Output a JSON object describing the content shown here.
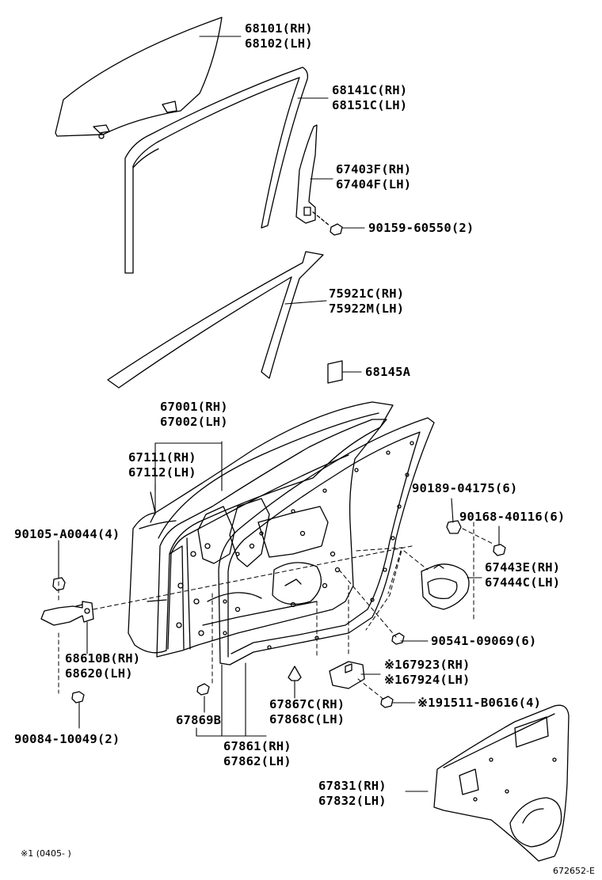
{
  "callouts": {
    "window_glass": [
      "68101(RH)",
      "68102(LH)"
    ],
    "run_channel": [
      "68141C(RH)",
      "68151C(LH)"
    ],
    "division_bar": [
      "67403F(RH)",
      "67404F(LH)"
    ],
    "bolt_90159": [
      "90159-60550(2)"
    ],
    "frame_molding": [
      "75921C(RH)",
      "75922M(LH)"
    ],
    "pad_68145A": [
      "68145A"
    ],
    "door_panel": [
      "67001(RH)",
      "67002(LH)"
    ],
    "outer_panel": [
      "67111(RH)",
      "67112(LH)"
    ],
    "clip_90189": [
      "90189-04175(6)"
    ],
    "screw_90168": [
      "90168-40116(6)"
    ],
    "bolt_90105": [
      "90105-A0044(4)"
    ],
    "inner_trim_handle": [
      "67443E(RH)",
      "67444C(LH)"
    ],
    "nut_90541": [
      "90541-09069(6)"
    ],
    "hinge": [
      "68610B(RH)",
      "68620(LH)"
    ],
    "cover_67923": [
      "※167923(RH)",
      "※167924(LH)"
    ],
    "weatherstrip_clip": [
      "67867C(RH)",
      "67868C(LH)"
    ],
    "plug_67869B": [
      "67869B"
    ],
    "bolt_91511": [
      "※191511-B0616(4)"
    ],
    "bolt_90084": [
      "90084-10049(2)"
    ],
    "weatherstrip": [
      "67861(RH)",
      "67862(LH)"
    ],
    "service_hole_cover": [
      "67831(RH)",
      "67832(LH)"
    ]
  },
  "footnote": "※1 (0405-      )",
  "figure_code": "672652-E"
}
